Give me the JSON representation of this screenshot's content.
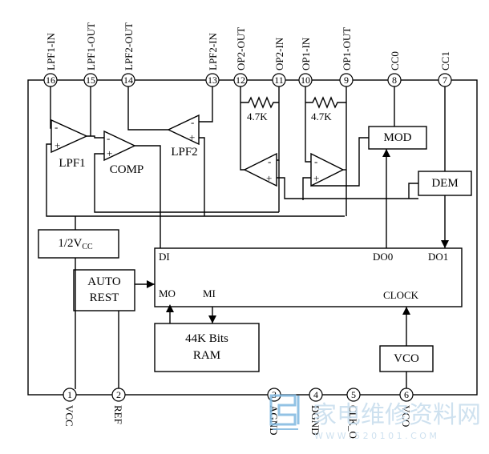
{
  "top_pins": [
    {
      "num": "16",
      "label": "LPF1-IN"
    },
    {
      "num": "15",
      "label": "LPF1-OUT"
    },
    {
      "num": "14",
      "label": "LPF2-OUT"
    },
    {
      "num": "13",
      "label": "LPF2-IN"
    },
    {
      "num": "12",
      "label": "OP2-OUT"
    },
    {
      "num": "11",
      "label": "OP2-IN"
    },
    {
      "num": "10",
      "label": "OP1-IN"
    },
    {
      "num": "9",
      "label": "OP1-OUT"
    },
    {
      "num": "8",
      "label": "CC0"
    },
    {
      "num": "7",
      "label": "CC1"
    }
  ],
  "bottom_pins": [
    {
      "num": "1",
      "label": "VCC"
    },
    {
      "num": "2",
      "label": "REF"
    },
    {
      "num": "3",
      "label": "AGND"
    },
    {
      "num": "4",
      "label": "DGND"
    },
    {
      "num": "5",
      "label": "CLK_O"
    },
    {
      "num": "6",
      "label": "VCO"
    }
  ],
  "blocks": {
    "mod": "MOD",
    "dem": "DEM",
    "half_vcc": "1/2V",
    "half_vcc_sub": "CC",
    "auto_rest_1": "AUTO",
    "auto_rest_2": "REST",
    "ram_1": "44K Bits",
    "ram_2": "RAM",
    "vco": "VCO"
  },
  "amp_labels": {
    "lpf1": "LPF1",
    "comp": "COMP",
    "lpf2": "LPF2"
  },
  "resistors": {
    "r1": "4.7K",
    "r2": "4.7K"
  },
  "logic_ports": {
    "di": "DI",
    "do0": "DO0",
    "do1": "DO1",
    "mo": "MO",
    "mi": "MI",
    "clock": "CLOCK"
  },
  "signs": {
    "minus": "-",
    "plus": "+"
  },
  "watermark": {
    "chars": [
      "家",
      "电",
      "维",
      "修",
      "资",
      "料",
      "网"
    ],
    "url": "W W W . 5 2 0 1 0 1 . C O M"
  },
  "colors": {
    "line": "#000000",
    "watermark": "#c6dced"
  }
}
